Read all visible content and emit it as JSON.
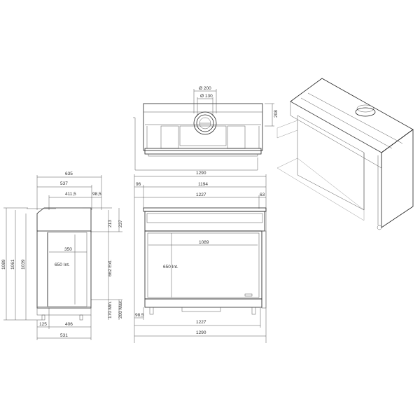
{
  "drawing": {
    "views": {
      "top": {
        "flue_outer": "Ø 200",
        "flue_inner": "Ø 130",
        "depth_right": "208",
        "width_bottom": "1290"
      },
      "side": {
        "top_total": "635",
        "top_mid": "537",
        "top_inner": "411,5",
        "top_small": "98,5",
        "h_total": "1089",
        "h_mid": "1061",
        "h_inner": "1039",
        "hood_a": "213",
        "hood_b": "237",
        "ext_height": "662 Ext.",
        "int_height": "650 Int.",
        "int_depth": "350",
        "min_base": "170 Min.",
        "max_base": "200 Max.",
        "bot_left": "125",
        "bot_mid": "406",
        "bot_total": "531"
      },
      "front": {
        "top_total": "1290",
        "left_offset": "96",
        "top_mid": "1194",
        "top_inner": "1227",
        "right_offset": "63",
        "glass_width": "1089",
        "int_height": "650 Int.",
        "bottom_offset": "98,5",
        "bot_inner": "1227",
        "bot_total": "1290"
      }
    }
  }
}
